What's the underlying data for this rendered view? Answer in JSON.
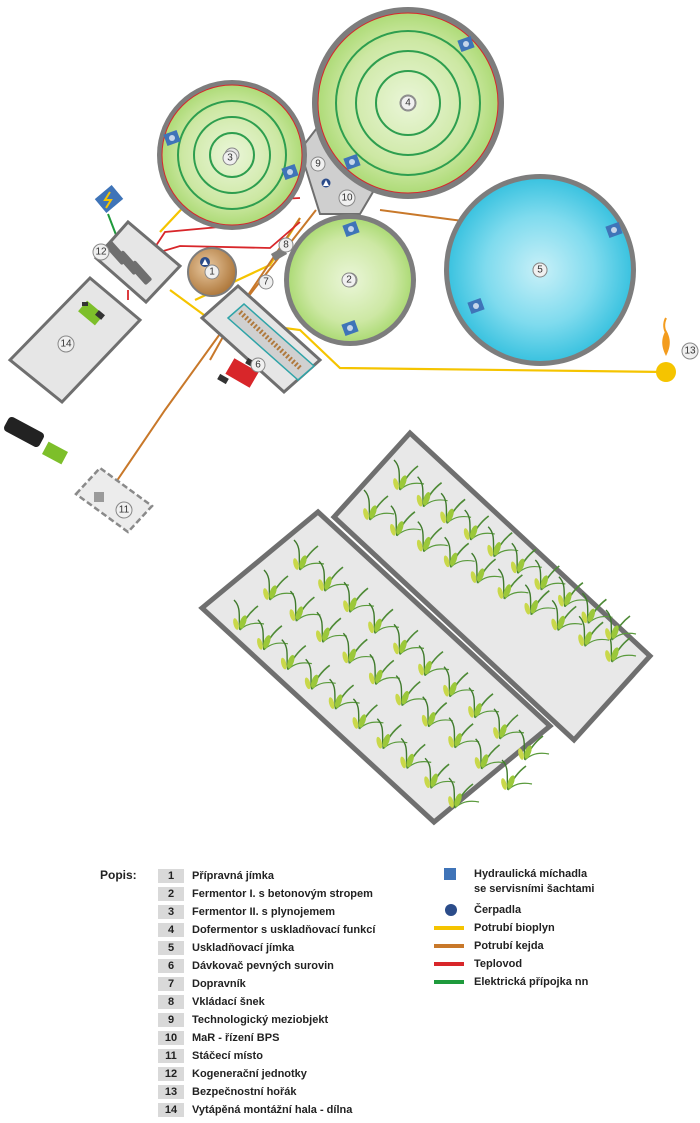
{
  "diagram": {
    "labels": [
      "1",
      "2",
      "3",
      "4",
      "5",
      "6",
      "7",
      "8",
      "9",
      "10",
      "11",
      "12",
      "13",
      "14"
    ]
  },
  "legend": {
    "title": "Popis:",
    "items": [
      {
        "num": "1",
        "text": "Přípravná jímka"
      },
      {
        "num": "2",
        "text": "Fermentor I. s betonovým stropem"
      },
      {
        "num": "3",
        "text": "Fermentor II. s plynojemem"
      },
      {
        "num": "4",
        "text": "Dofermentor s uskladňovací funkcí"
      },
      {
        "num": "5",
        "text": "Uskladňovací jímka"
      },
      {
        "num": "6",
        "text": "Dávkovač pevných surovin"
      },
      {
        "num": "7",
        "text": "Dopravník"
      },
      {
        "num": "8",
        "text": "Vkládací šnek"
      },
      {
        "num": "9",
        "text": "Technologický meziobjekt"
      },
      {
        "num": "10",
        "text": "MaR - řízení BPS"
      },
      {
        "num": "11",
        "text": "Stáčecí místo"
      },
      {
        "num": "12",
        "text": "Kogenerační jednotky"
      },
      {
        "num": "13",
        "text": "Bezpečnostní hořák"
      },
      {
        "num": "14",
        "text": "Vytápěná montážní hala - dílna"
      }
    ],
    "symbols": {
      "mixer_line1": "Hydraulická míchadla",
      "mixer_line2": "se servisními šachtami",
      "pump": "Čerpadla",
      "biogas": "Potrubí bioplyn",
      "slurry": "Potrubí kejda",
      "heat": "Teplovod",
      "power": "Elektrická přípojka nn"
    },
    "colors": {
      "biogas": "#f5c400",
      "slurry": "#c8782a",
      "heat": "#d8262a",
      "power": "#1e9a3c",
      "mixer": "#3f74b8"
    }
  }
}
